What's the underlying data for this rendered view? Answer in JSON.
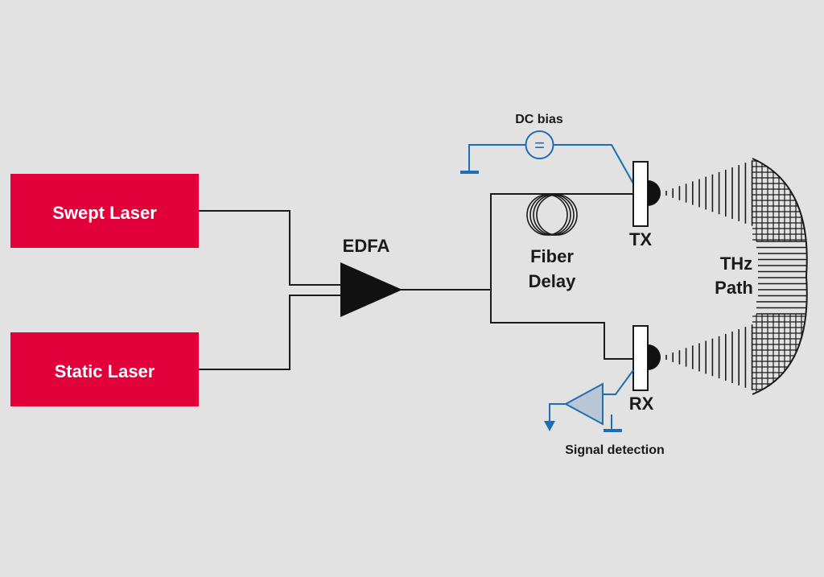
{
  "lasers": {
    "swept_label": "Swept Laser",
    "static_label": "Static Laser",
    "fill_color": "#e2003a"
  },
  "edfa": {
    "label": "EDFA"
  },
  "fiber_delay": {
    "line1": "Fiber",
    "line2": "Delay"
  },
  "dc_bias": {
    "label": "DC bias",
    "symbol": "="
  },
  "tx": {
    "label": "TX"
  },
  "rx": {
    "label": "RX"
  },
  "thz_path": {
    "line1": "THz",
    "line2": "Path"
  },
  "signal_detection": {
    "label": "Signal detection"
  },
  "colors": {
    "wire": "#1a1a1a",
    "electrical": "#1f6db5",
    "background": "#e2e2e2"
  }
}
